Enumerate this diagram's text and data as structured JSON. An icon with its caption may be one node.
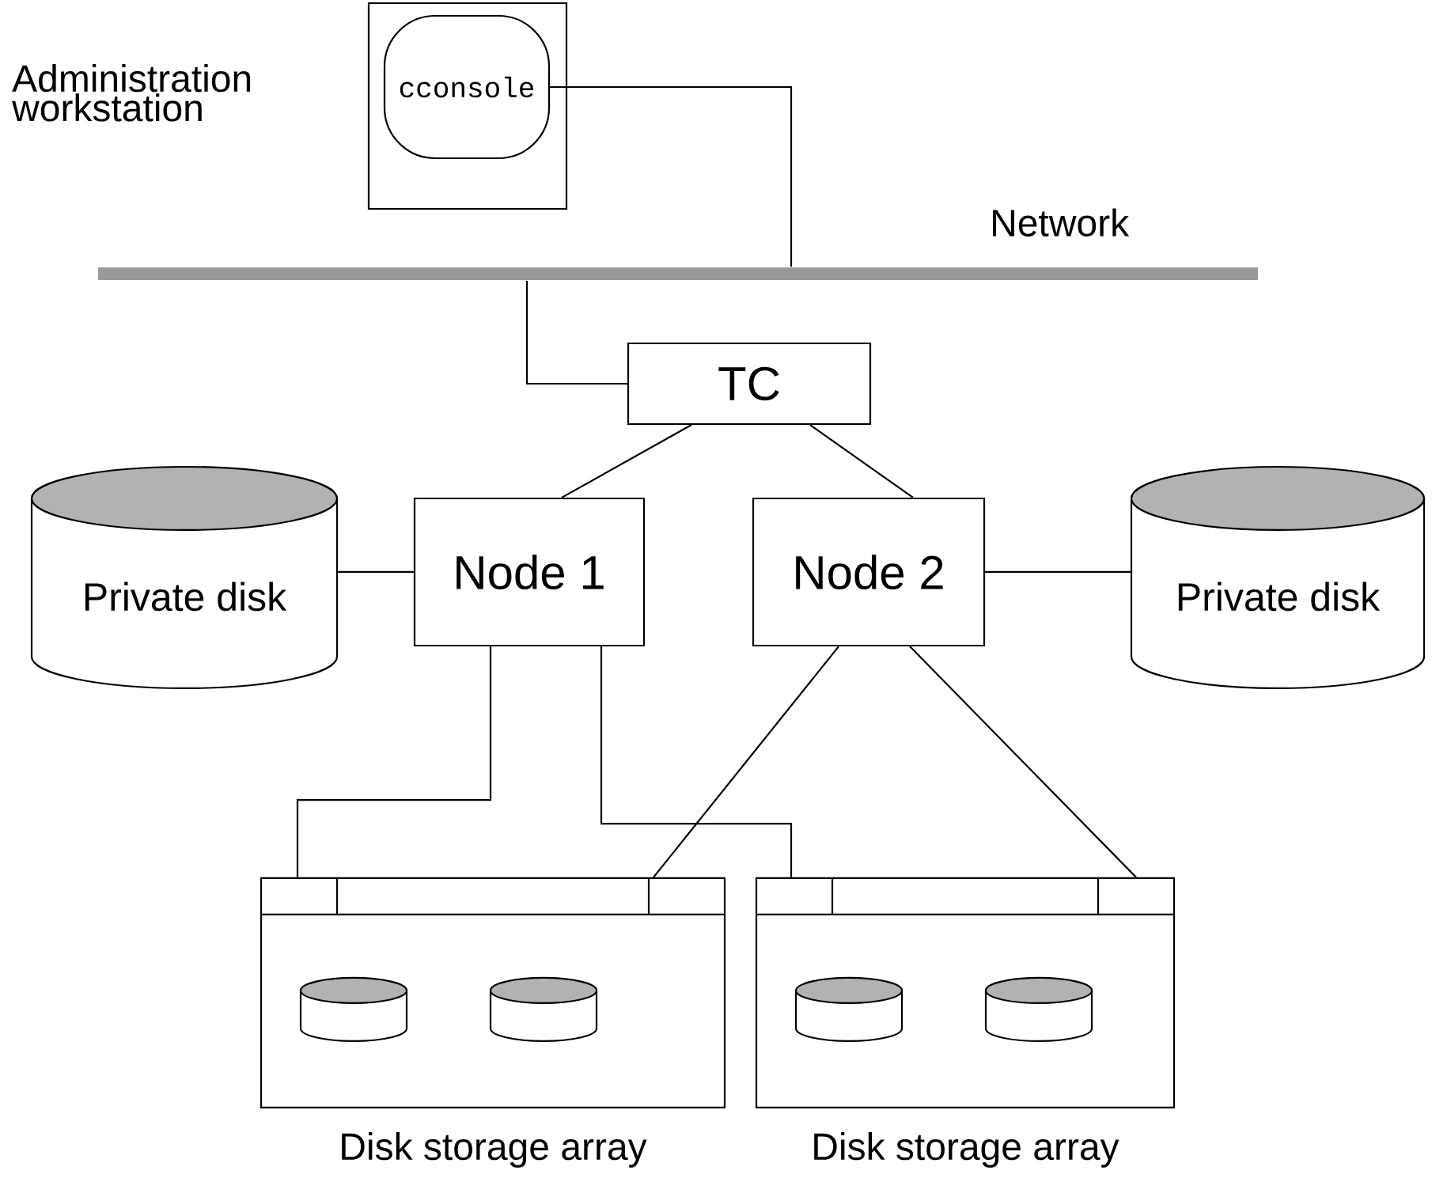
{
  "diagram": {
    "nodes": [
      {
        "text": [
          "Administration workstation"
        ]
      },
      {
        "text": [
          "cconsole"
        ],
        "in": 0
      },
      {
        "text": [
          "Network"
        ]
      },
      {
        "text": [
          "TC"
        ]
      },
      {
        "text": [
          "Private disk"
        ]
      },
      {
        "text": [
          "Node 1"
        ]
      },
      {
        "text": [
          "Node 2"
        ]
      },
      {
        "text": [
          "Private disk"
        ]
      },
      {
        "text": [
          "Disk storage array"
        ]
      },
      {
        "text": [
          "Disk storage array"
        ]
      }
    ],
    "edges": [
      {
        "from": 1,
        "to": 2,
        "arrow": "none"
      },
      {
        "from": 2,
        "to": 3,
        "arrow": "none"
      },
      {
        "from": 3,
        "to": 5,
        "arrow": "none"
      },
      {
        "from": 3,
        "to": 6,
        "arrow": "none"
      },
      {
        "from": 4,
        "to": 5,
        "arrow": "none"
      },
      {
        "from": 6,
        "to": 7,
        "arrow": "none"
      },
      {
        "from": 5,
        "to": 8,
        "arrow": "none"
      },
      {
        "from": 5,
        "to": 9,
        "arrow": "none"
      },
      {
        "from": 6,
        "to": 8,
        "arrow": "none"
      },
      {
        "from": 6,
        "to": 9,
        "arrow": "none"
      }
    ]
  }
}
